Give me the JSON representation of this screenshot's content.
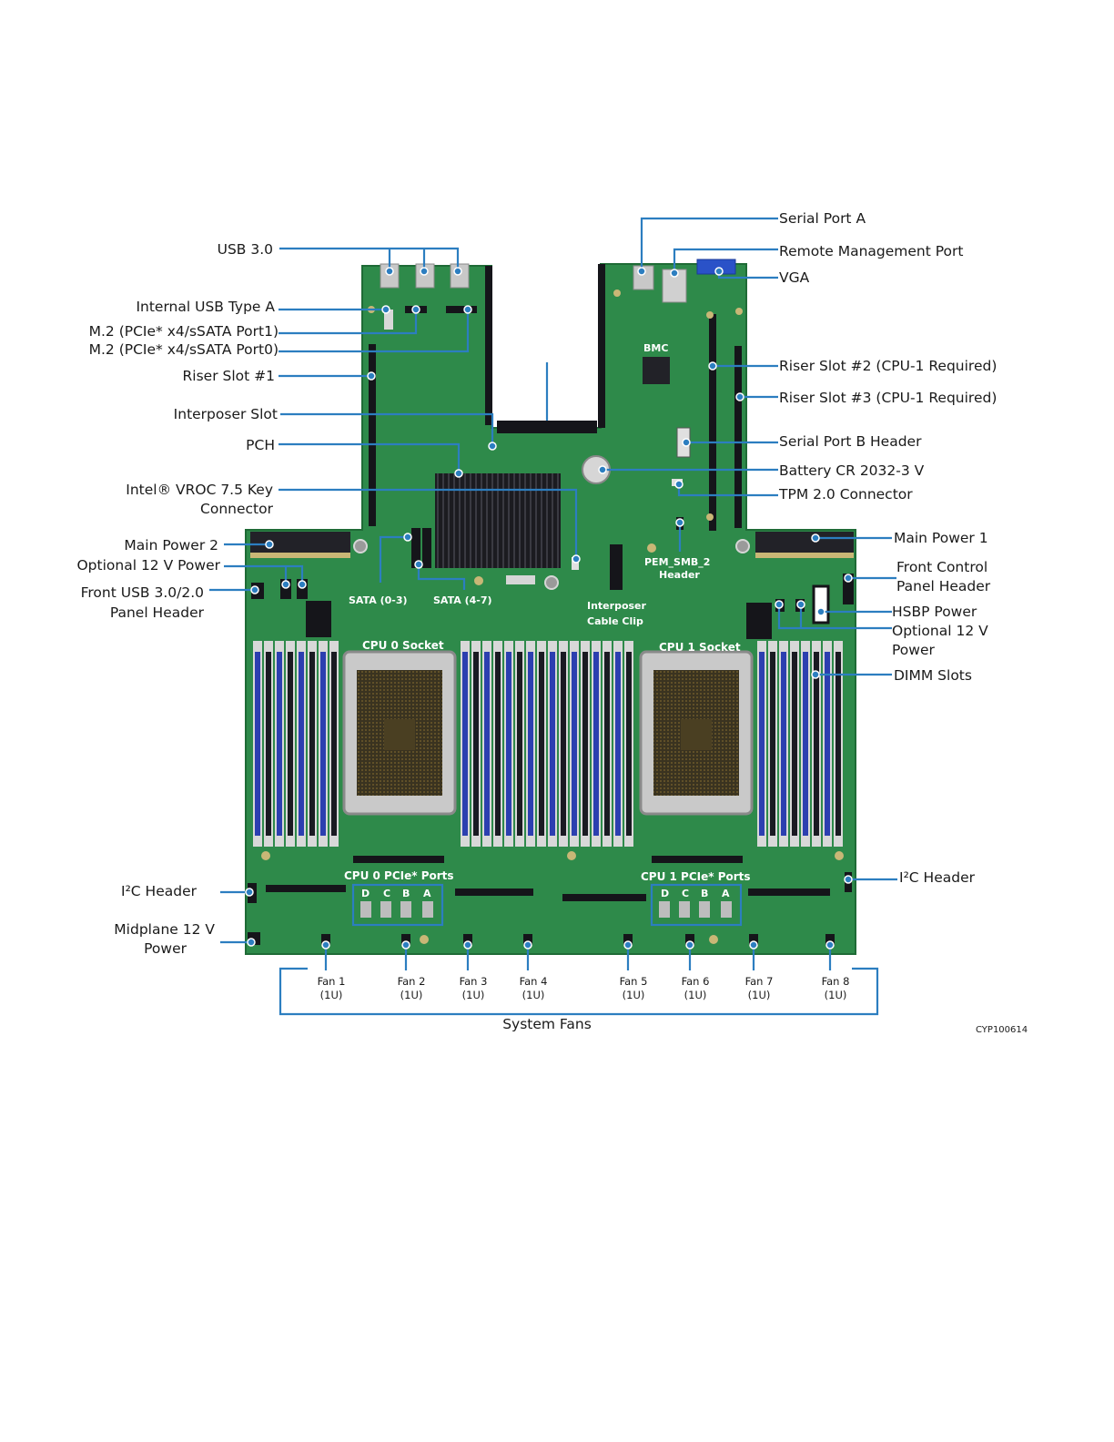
{
  "labels": {
    "usb30": "USB 3.0",
    "internal_usb": "Internal USB Type A",
    "m2_port1": "M.2 (PCIe* x4/sSATA Port1)",
    "m2_port0": "M.2 (PCIe* x4/sSATA Port0)",
    "riser1": "Riser Slot #1",
    "interposer_slot": "Interposer Slot",
    "pch": "PCH",
    "vroc_1": "Intel® VROC 7.5 Key",
    "vroc_2": "Connector",
    "main_power2": "Main Power 2",
    "opt12v_left": "Optional 12 V Power",
    "front_usb_1": "Front USB 3.0/2.0",
    "front_usb_2": "Panel Header",
    "i2c_left": "I²C Header",
    "midplane_1": "Midplane 12 V",
    "midplane_2": "Power",
    "serial_a": "Serial Port A",
    "remote_mgmt": "Remote Management Port",
    "vga": "VGA",
    "riser2": "Riser Slot #2 (CPU-1 Required)",
    "riser3": "Riser Slot #3 (CPU-1 Required)",
    "serial_b": "Serial Port B Header",
    "battery": "Battery CR 2032-3 V",
    "tpm": "TPM 2.0 Connector",
    "main_power1": "Main Power 1",
    "front_ctrl_1": "Front Control",
    "front_ctrl_2": "Panel Header",
    "hsbp": "HSBP Power",
    "opt12v_right_1": "Optional 12 V",
    "opt12v_right_2": "Power",
    "dimm": "DIMM Slots",
    "i2c_right": "I²C Header",
    "system_fans": "System Fans",
    "figure_code": "CYP100614"
  },
  "board_labels": {
    "bmc": "BMC",
    "sata03": "SATA (0-3)",
    "sata47": "SATA (4-7)",
    "pem_1": "PEM_SMB_2",
    "pem_2": "Header",
    "clip_1": "Interposer",
    "clip_2": "Cable Clip",
    "cpu0": "CPU 0 Socket",
    "cpu1": "CPU 1 Socket",
    "cpu0_pcie": "CPU 0 PCIe* Ports",
    "cpu1_pcie": "CPU 1 PCIe* Ports",
    "port_d": "D",
    "port_c": "C",
    "port_b": "B",
    "port_a": "A"
  },
  "fans": [
    {
      "name": "Fan 1",
      "size": "(1U)"
    },
    {
      "name": "Fan 2",
      "size": "(1U)"
    },
    {
      "name": "Fan 3",
      "size": "(1U)"
    },
    {
      "name": "Fan 4",
      "size": "(1U)"
    },
    {
      "name": "Fan 5",
      "size": "(1U)"
    },
    {
      "name": "Fan 6",
      "size": "(1U)"
    },
    {
      "name": "Fan 7",
      "size": "(1U)"
    },
    {
      "name": "Fan 8",
      "size": "(1U)"
    }
  ],
  "colors": {
    "board": "#2e8a4a",
    "board_dark": "#1f6b36",
    "leader": "#2c7ec0",
    "dimm_blue": "#2c3fb0",
    "dimm_black": "#1a1a22",
    "heatsink": "#16161a",
    "vga_blue": "#2a52c8"
  }
}
